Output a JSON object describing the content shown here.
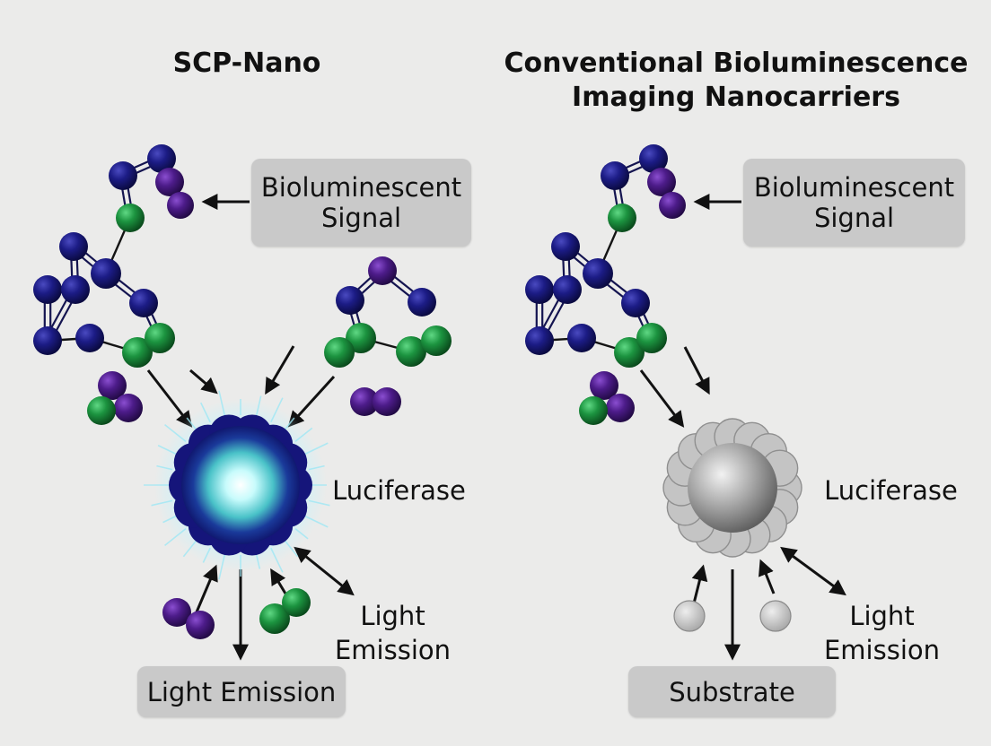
{
  "left": {
    "title": "SCP-Nano",
    "signal_line1": "Bioluminescent",
    "signal_line2": "Signal",
    "enzyme_label": "Luciferase",
    "emission_line1": "Light",
    "emission_line2": "Emission",
    "output_box": "Light Emission"
  },
  "right": {
    "title_line1": "Conventional Bioluminescence",
    "title_line2": "Imaging Nanocarriers",
    "signal_line1": "Bioluminescent",
    "signal_line2": "Signal",
    "enzyme_label": "Luciferase",
    "emission_line1": "Light",
    "emission_line2": "Emission",
    "output_box": "Substrate"
  },
  "colors": {
    "background": "#ebebea",
    "atom_navy": "#1a1a7a",
    "atom_purple": "#4b1a86",
    "atom_green": "#1a8a3a",
    "box_gray": "#c9c9c9",
    "glow_cyan": "#aef3f5",
    "sphere_gray": "#9a9a9a"
  }
}
